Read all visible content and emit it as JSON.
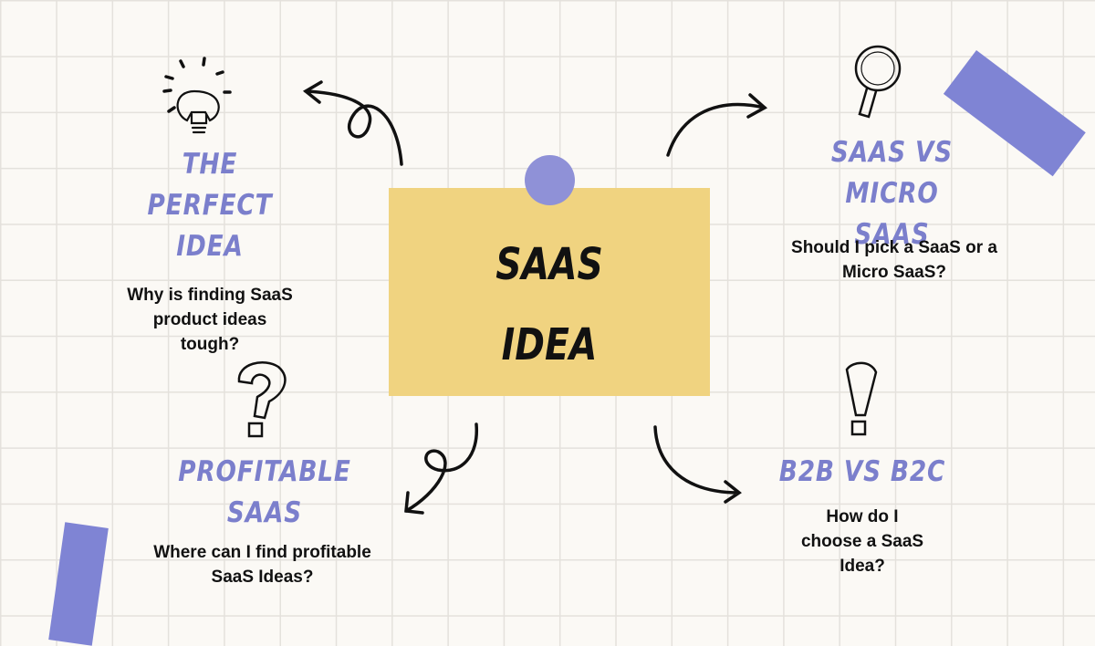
{
  "center": {
    "line1": "SAAS",
    "line2": "IDEA"
  },
  "branches": [
    {
      "title_lines": [
        "THE",
        "PERFECT",
        "IDEA"
      ],
      "description_lines": [
        "Why is finding SaaS",
        "product ideas",
        "tough?"
      ],
      "icon": "lightbulb-icon"
    },
    {
      "title_lines": [
        "SAAS VS MICRO",
        "SAAS"
      ],
      "description_lines": [
        "Should I pick a SaaS or a",
        "Micro SaaS?"
      ],
      "icon": "magnifying-glass-icon"
    },
    {
      "title_lines": [
        "PROFITABLE",
        "SAAS"
      ],
      "description_lines": [
        "Where can I find profitable",
        "SaaS Ideas?"
      ],
      "icon": "question-mark-icon"
    },
    {
      "title_lines": [
        "B2B VS B2C"
      ],
      "description_lines": [
        "How do I",
        "choose a SaaS",
        "Idea?"
      ],
      "icon": "exclamation-mark-icon"
    }
  ],
  "colors": {
    "background": "#fbf9f5",
    "grid": "#e4e1dc",
    "accent": "#7b7fcc",
    "note": "#f0d380",
    "tape": "#7f84d4"
  }
}
